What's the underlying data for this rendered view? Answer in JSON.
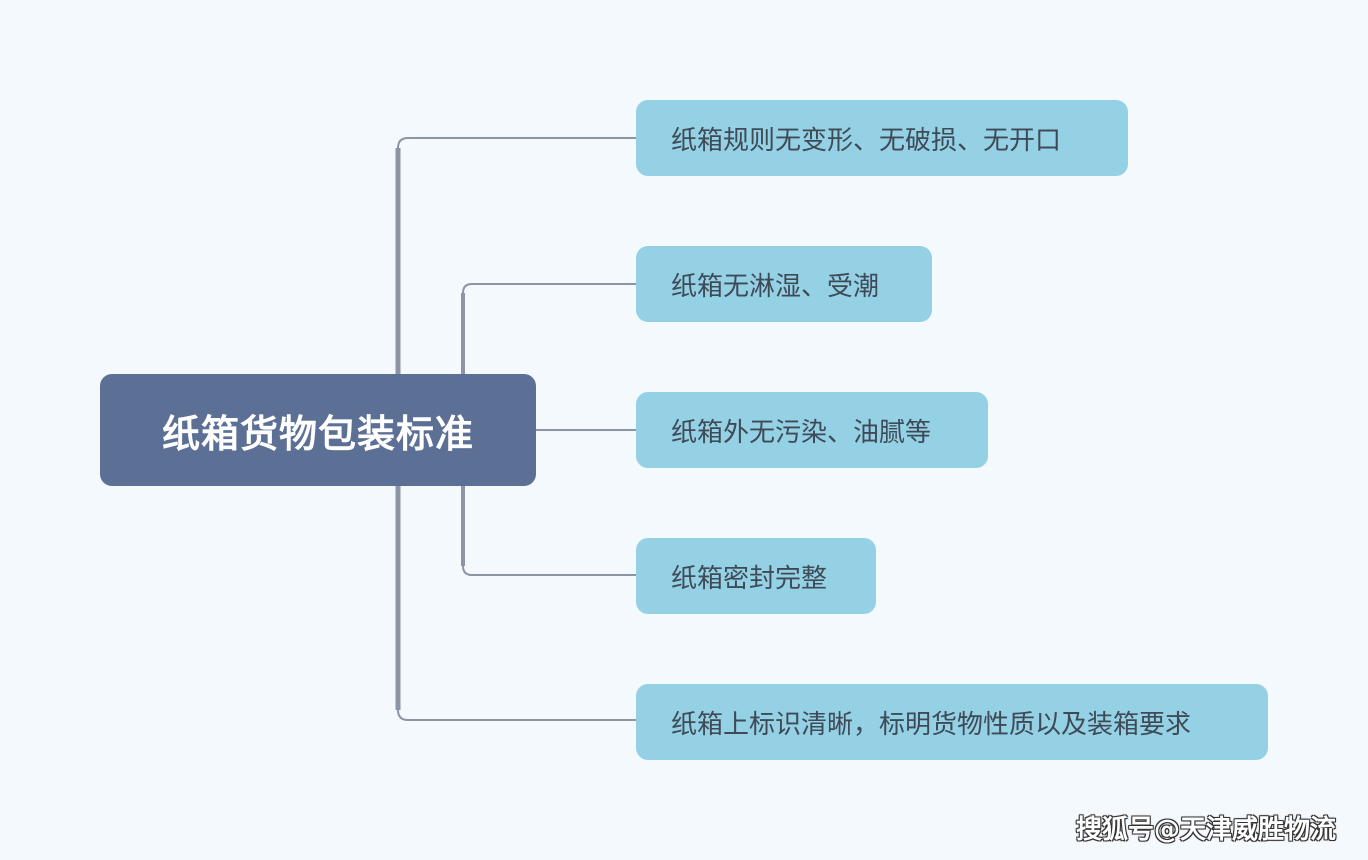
{
  "root": {
    "label": "纸箱货物包装标准"
  },
  "children": [
    {
      "label": "纸箱规则无变形、无破损、无开口"
    },
    {
      "label": "纸箱无淋湿、受潮"
    },
    {
      "label": "纸箱外无污染、油腻等"
    },
    {
      "label": "纸箱密封完整"
    },
    {
      "label": "纸箱上标识清晰，标明货物性质以及装箱要求"
    }
  ],
  "watermark": {
    "text": "搜狐号@天津威胜物流"
  },
  "colors": {
    "background": "#f4f9fd",
    "root_fill": "#5c7096",
    "child_fill": "#95d1e5",
    "connector": "#8b95a5",
    "child_text": "#3f4a57"
  }
}
